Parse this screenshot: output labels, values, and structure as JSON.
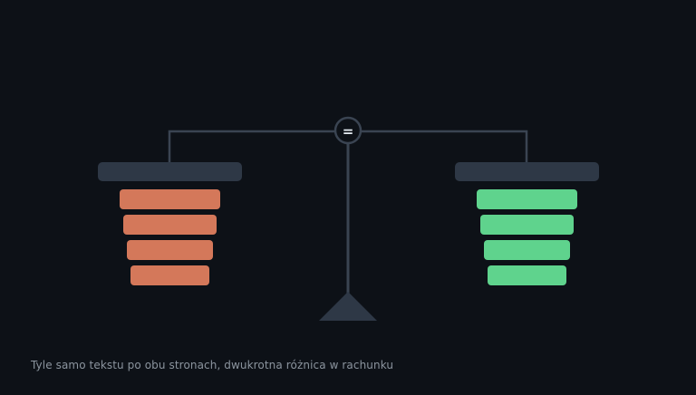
{
  "diagram": {
    "pivot_symbol": "=",
    "left_pan": {
      "blocks": 4,
      "color": "#d4785a"
    },
    "right_pan": {
      "blocks": 4,
      "color": "#5fd38d"
    },
    "colors": {
      "background": "#0d1117",
      "structure": "#2e3846",
      "line": "#3a4452",
      "pivot_text": "#e6edf3"
    }
  },
  "caption": "Tyle samo tekstu po obu stronach, dwukrotna różnica w rachunku"
}
